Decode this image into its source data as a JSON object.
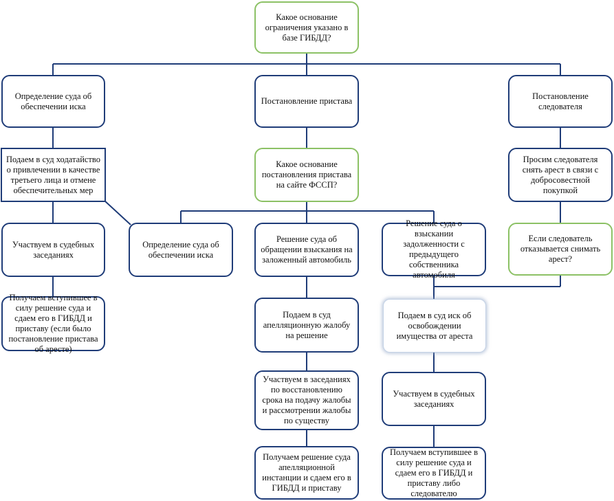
{
  "diagram": {
    "nodes": {
      "q_root": "Какое основание ограничения указано в базе ГИБДД?",
      "court_det_left": "Определение суда об обеспечении иска",
      "bailiff_resolution": "Постановление пристава",
      "investigator_resolution": "Постановление следователя",
      "petition_third_party": "Подаем в суд ходатайство о привлечении в качестве третьего лица и отмене обеспечительных мер",
      "q_fssp": "Какое основание постановления пристава на сайте ФССП?",
      "ask_investigator": "Просим следователя снять арест в связи с добросовестной покупкой",
      "hearings_left": "Участвуем в судебных заседаниях",
      "court_det_mid": "Определение суда об обеспечении иска",
      "court_foreclosure": "Решение суда об обращении взыскания на заложенный автомобиль",
      "court_debt_prev_owner": "Решение суда о взыскании задолженности с предыдущего собственника автомобиля",
      "investigator_refuses": "Если следователь отказывается снимать арест?",
      "final_left": "Получаем вступившее в силу решение суда и сдаем его в ГИБДД и приставу (если было постановление пристава об аресте)",
      "appeal": "Подаем в суд апелляционную жалобу на решение",
      "lawsuit_release": "Подаем в суд иск об освобождении имущества от ареста",
      "restore_term": "Участвуем в заседаниях по восстановлению срока на подачу жалобы и рассмотрении жалобы по существу",
      "hearings_right": "Участвуем в судебных заседаниях",
      "appeal_decision": "Получаем решение суда апелляционной инстанции и сдаем его в ГИБДД и приставу",
      "final_right": "Получаем вступившее в силу решение суда и сдаем его в ГИБДД и приставу либо следователю"
    }
  }
}
